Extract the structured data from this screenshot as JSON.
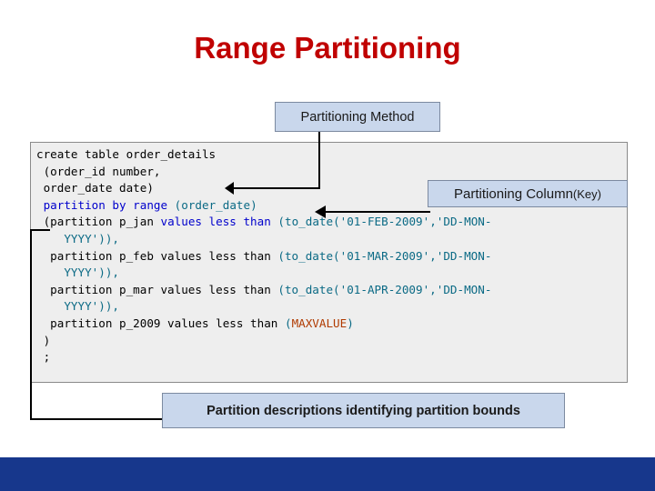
{
  "slide": {
    "title": "Range Partitioning",
    "code_lines": [
      [
        {
          "t": "create table order_details",
          "c": "plain"
        }
      ],
      [
        {
          "t": " (order_id number,",
          "c": "plain"
        }
      ],
      [
        {
          "t": " order_date date)",
          "c": "plain"
        }
      ],
      [
        {
          "t": " ",
          "c": "plain"
        },
        {
          "t": "partition by range",
          "c": "kw"
        },
        {
          "t": " ",
          "c": "plain"
        },
        {
          "t": "(order_date)",
          "c": "par"
        }
      ],
      [
        {
          "t": " (partition p_jan ",
          "c": "plain"
        },
        {
          "t": "values less than",
          "c": "kw"
        },
        {
          "t": " ",
          "c": "plain"
        },
        {
          "t": "(to_date('01-FEB-2009','DD-MON-",
          "c": "str"
        }
      ],
      [
        {
          "t": "    ",
          "c": "plain"
        },
        {
          "t": "YYYY')),",
          "c": "str"
        }
      ],
      [
        {
          "t": "  partition p_feb values less than ",
          "c": "plain"
        },
        {
          "t": "(to_date('01-MAR-2009','DD-MON-",
          "c": "str"
        }
      ],
      [
        {
          "t": "    ",
          "c": "plain"
        },
        {
          "t": "YYYY')),",
          "c": "str"
        }
      ],
      [
        {
          "t": "  partition p_mar values less than ",
          "c": "plain"
        },
        {
          "t": "(to_date('01-APR-2009','DD-MON-",
          "c": "str"
        }
      ],
      [
        {
          "t": "    ",
          "c": "plain"
        },
        {
          "t": "YYYY')),",
          "c": "str"
        }
      ],
      [
        {
          "t": "  partition p_2009 values less than ",
          "c": "plain"
        },
        {
          "t": "(",
          "c": "str"
        },
        {
          "t": "MAXVALUE",
          "c": "mx"
        },
        {
          "t": ")",
          "c": "str"
        }
      ],
      [
        {
          "t": " )",
          "c": "plain"
        }
      ],
      [
        {
          "t": " ;",
          "c": "plain"
        }
      ]
    ],
    "callouts": {
      "method": "Partitioning Method",
      "column_main": "Partitioning Column ",
      "column_sub": "(Key)",
      "bounds": "Partition descriptions identifying partition bounds"
    },
    "colors": {
      "title": "#c00000",
      "callout_fill": "#c9d7ec",
      "code_bg": "#eeeeee",
      "keyword": "#0000cc",
      "string": "#0b6a85",
      "maxvalue": "#b03a00",
      "bottom_bar": "#17378c"
    }
  }
}
